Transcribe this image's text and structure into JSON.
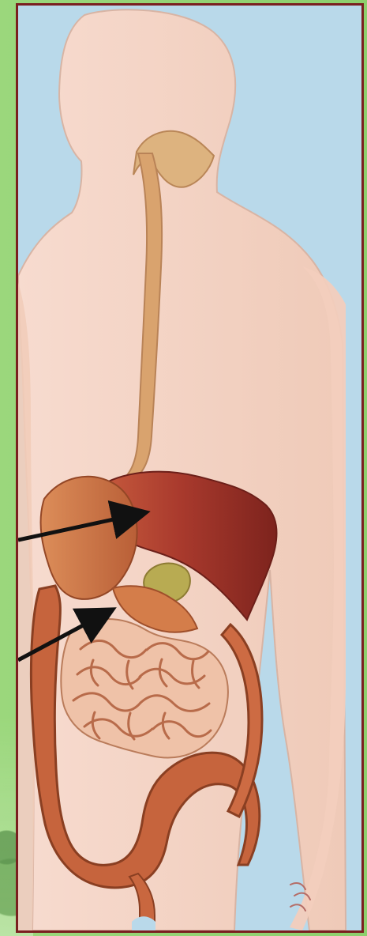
{
  "diagram": {
    "type": "human digestive system illustration",
    "colors": {
      "page_background": "#8fd06f",
      "panel_background": "#b9d9ea",
      "frame_border": "#7a1f1f",
      "skin": "#f3d1c0",
      "esophagus": "#d9a36e",
      "liver": "#a93a2d",
      "stomach": "#c76d3e",
      "small_intestine": "#efc2a8",
      "large_intestine": "#c6643d",
      "arrow": "#111111"
    },
    "pointers": [
      {
        "target": "liver"
      },
      {
        "target": "stomach"
      }
    ]
  }
}
